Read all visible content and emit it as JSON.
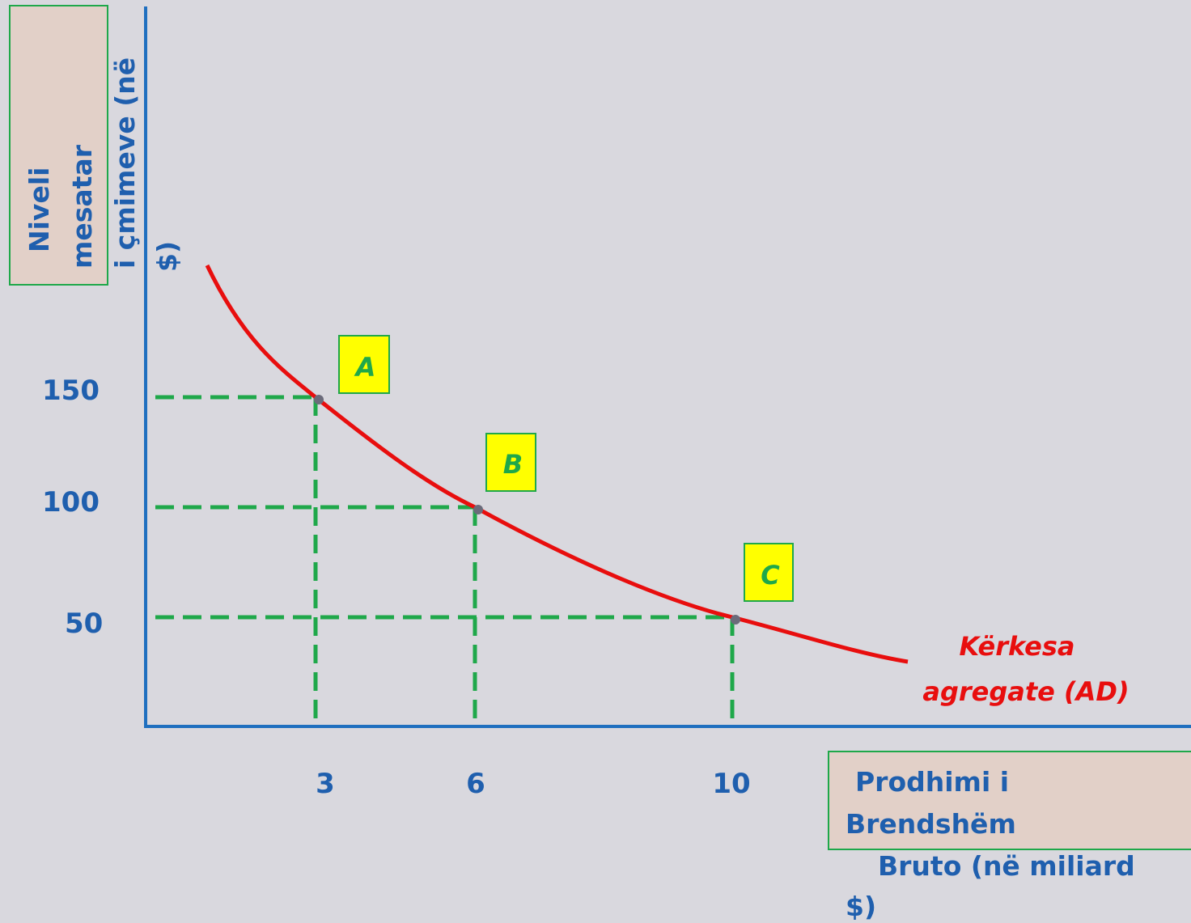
{
  "chart_data": {
    "type": "line",
    "ylabel_lines": [
      "Niveli",
      "mesatar",
      "i çmimeve (në",
      "$)"
    ],
    "xlabel_lines": [
      "Prodhimi i",
      "Brendshëm",
      "Bruto  (në miliard",
      "$)"
    ],
    "x_ticks": [
      "3",
      "6",
      "10"
    ],
    "y_ticks": [
      "150",
      "100",
      "50"
    ],
    "series": [
      {
        "name": "Kërkesa agregate (AD)",
        "label_lines": [
          "Kërkesa",
          "agregate (AD)"
        ],
        "color": "#e80e0e",
        "points": [
          {
            "x": 3,
            "y": 150,
            "label": "A"
          },
          {
            "x": 6,
            "y": 100,
            "label": "B"
          },
          {
            "x": 10,
            "y": 50,
            "label": "C"
          }
        ]
      }
    ],
    "guide_color": "#1fa84a",
    "axis_color": "#1f6fbf",
    "label_color": "#1f5fae",
    "point_box_fill": "#ffff00"
  }
}
